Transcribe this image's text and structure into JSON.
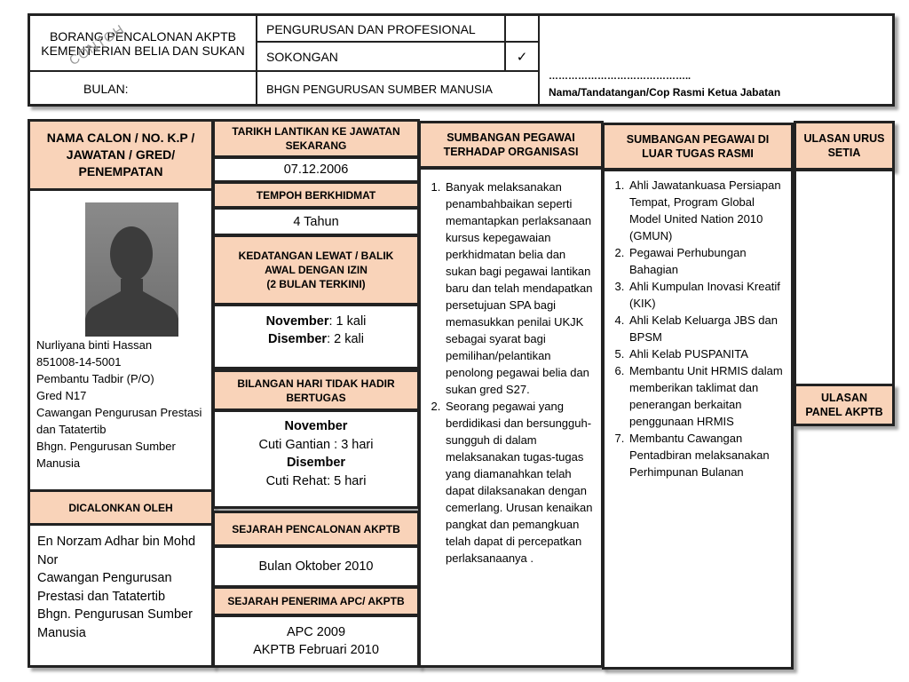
{
  "header": {
    "form_title": "BORANG PENCALONAN AKPTB",
    "ministry": "KEMENTERIAN BELIA DAN SUKAN",
    "watermark": "CONTOH",
    "bulan_label": "BULAN:",
    "category_rows": [
      {
        "label": "PENGURUSAN DAN PROFESIONAL",
        "mark": ""
      },
      {
        "label": "SOKONGAN",
        "mark": "✓"
      }
    ],
    "department": "BHGN PENGURUSAN SUMBER MANUSIA",
    "signature_dots": "……………………………………..",
    "signature_label": "Nama/Tandatangan/Cop Rasmi Ketua Jabatan"
  },
  "candidate": {
    "header": "NAMA CALON / NO. K.P / JAWATAN / GRED/ PENEMPATAN",
    "photo_icon": "person-silhouette-icon",
    "details": [
      "Nurliyana binti Hassan",
      "851008-14-5001",
      "Pembantu Tadbir (P/O)",
      "Gred N17",
      "Cawangan Pengurusan Prestasi dan Tatatertib",
      "Bhgn. Pengurusan Sumber Manusia"
    ],
    "nominated_by_header": "DICALONKAN OLEH",
    "nominated_by": [
      "En Norzam Adhar bin Mohd Nor",
      "Cawangan Pengurusan Prestasi dan Tatatertib",
      "Bhgn. Pengurusan Sumber Manusia"
    ]
  },
  "service": {
    "appointment_header": "TARIKH LANTIKAN KE JAWATAN SEKARANG",
    "appointment_date": "07.12.2006",
    "tenure_header": "TEMPOH BERKHIDMAT",
    "tenure_value": "4 Tahun",
    "late_header_lines": [
      "KEDATANGAN LEWAT / BALIK",
      "AWAL DENGAN IZIN",
      "(2 BULAN TERKINI)"
    ],
    "late_entries": [
      {
        "month": "November",
        "value": ": 1 kali"
      },
      {
        "month": "Disember",
        "value": ": 2 kali"
      }
    ],
    "absent_header": "BILANGAN HARI TIDAK HADIR BERTUGAS",
    "absent_entries": [
      {
        "month": "November",
        "value": "Cuti Gantian : 3 hari"
      },
      {
        "month": "Disember",
        "value": "Cuti Rehat: 5 hari"
      }
    ],
    "history_header": "SEJARAH PENCALONAN AKPTB",
    "history_value": "Bulan Oktober 2010",
    "recipient_header": "SEJARAH PENERIMA APC/ AKPTB",
    "recipient_values": [
      "APC 2009",
      "AKPTB Februari 2010"
    ]
  },
  "contribution_org": {
    "header": "SUMBANGAN PEGAWAI TERHADAP ORGANISASI",
    "items": [
      "Banyak melaksanakan penambahbaikan seperti memantapkan perlaksanaan kursus kepegawaian perkhidmatan belia dan sukan bagi pegawai lantikan baru dan telah mendapatkan persetujuan SPA bagi memasukkan penilai UKJK sebagai syarat bagi pemilihan/pelantikan penolong pegawai belia dan sukan gred S27.",
      "Seorang pegawai yang berdidikasi dan bersungguh-sungguh di dalam melaksanakan tugas-tugas yang diamanahkan telah dapat dilaksanakan dengan cemerlang. Urusan kenaikan pangkat dan pemangkuan telah dapat di percepatkan perlaksanaanya ."
    ]
  },
  "contribution_outside": {
    "header": "SUMBANGAN PEGAWAI DI LUAR TUGAS RASMI",
    "items": [
      "Ahli Jawatankuasa Persiapan Tempat, Program Global Model United Nation 2010 (GMUN)",
      "Pegawai Perhubungan Bahagian",
      "Ahli Kumpulan Inovasi Kreatif (KIK)",
      "Ahli Kelab Keluarga JBS dan BPSM",
      "Ahli Kelab PUSPANITA",
      "Membantu Unit HRMIS dalam memberikan taklimat dan penerangan berkaitan penggunaan HRMIS",
      "Membantu Cawangan Pentadbiran melaksanakan Perhimpunan Bulanan"
    ]
  },
  "remarks": {
    "secretariat_header": "ULASAN URUS SETIA",
    "panel_header": "ULASAN PANEL AKPTB"
  }
}
